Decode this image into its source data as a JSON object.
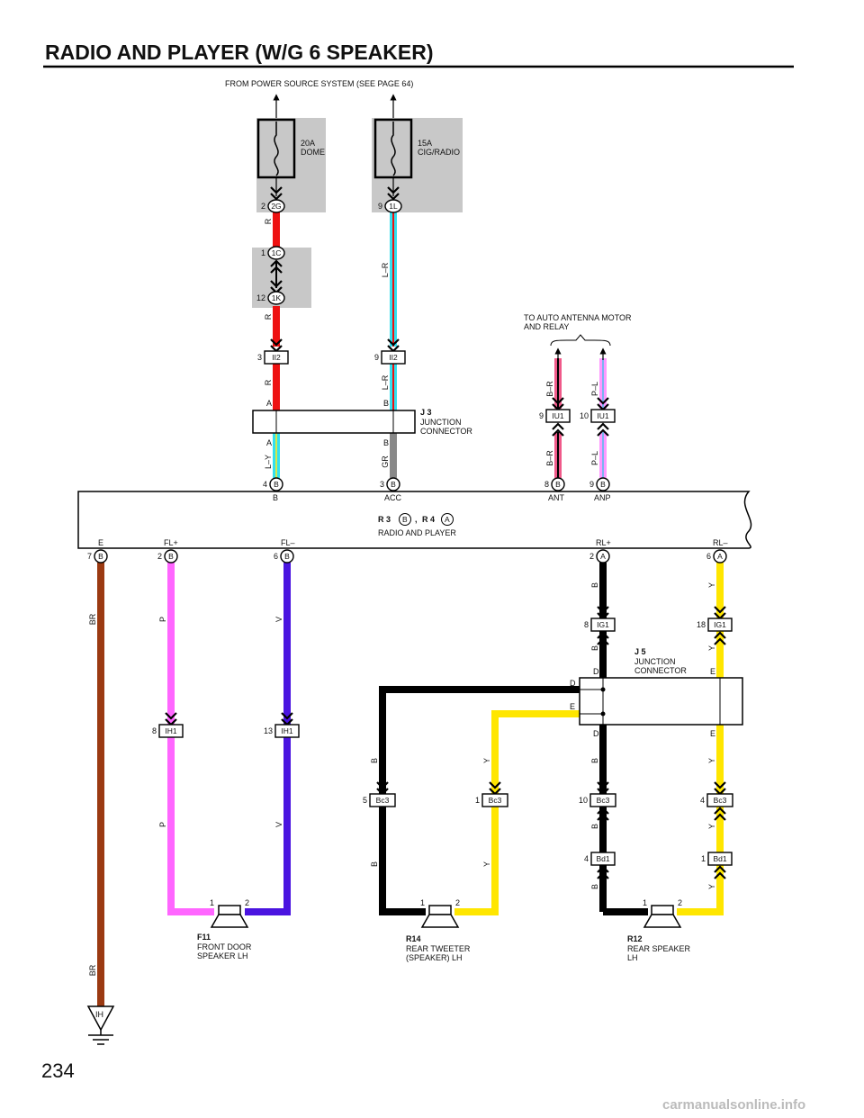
{
  "page": {
    "title": "RADIO AND PLAYER (W/G 6 SPEAKER)",
    "number": "234",
    "watermark": "carmanualsonline.info"
  },
  "top_note": "FROM POWER SOURCE SYSTEM (SEE PAGE 64)",
  "fuses": [
    {
      "rating": "20A",
      "name": "DOME"
    },
    {
      "rating": "15A",
      "name": "CIG/RADIO"
    }
  ],
  "antenna_note": [
    "TO AUTO ANTENNA MOTOR",
    "AND RELAY"
  ],
  "connectors": {
    "dome_fuse_out": {
      "pin": "2",
      "id": "2G"
    },
    "cig_fuse_out": {
      "pin": "9",
      "id": "1L"
    },
    "dome_mid_top": {
      "pin": "1",
      "id": "1C"
    },
    "dome_mid_bot": {
      "pin": "12",
      "id": "1K"
    },
    "ii2_left": {
      "pin": "3",
      "id": "II2"
    },
    "ii2_right": {
      "pin": "9",
      "id": "II2"
    },
    "iu1_left": {
      "pin": "9",
      "id": "IU1"
    },
    "iu1_right": {
      "pin": "10",
      "id": "IU1"
    },
    "radio_b4": {
      "pin": "4",
      "id": "B"
    },
    "radio_b3": {
      "pin": "3",
      "id": "B"
    },
    "radio_b8": {
      "pin": "8",
      "id": "B"
    },
    "radio_b9": {
      "pin": "9",
      "id": "B"
    },
    "radio_b7": {
      "pin": "7",
      "id": "B"
    },
    "radio_b2": {
      "pin": "2",
      "id": "B"
    },
    "radio_b6": {
      "pin": "6",
      "id": "B"
    },
    "radio_a2": {
      "pin": "2",
      "id": "A"
    },
    "radio_a6": {
      "pin": "6",
      "id": "A"
    },
    "ig1_left": {
      "pin": "8",
      "id": "IG1"
    },
    "ig1_right": {
      "pin": "18",
      "id": "IG1"
    },
    "ih1_left": {
      "pin": "8",
      "id": "IH1"
    },
    "ih1_right": {
      "pin": "13",
      "id": "IH1"
    },
    "bc3_1": {
      "pin": "5",
      "id": "Bc3"
    },
    "bc3_2": {
      "pin": "1",
      "id": "Bc3"
    },
    "bc3_3": {
      "pin": "10",
      "id": "Bc3"
    },
    "bc3_4": {
      "pin": "4",
      "id": "Bc3"
    },
    "bd1_left": {
      "pin": "4",
      "id": "Bd1"
    },
    "bd1_right": {
      "pin": "1",
      "id": "Bd1"
    }
  },
  "wire_colors": {
    "dome_1": "R",
    "dome_2": "R",
    "dome_3": "R",
    "cig_1": "L–R",
    "cig_2": "L–R",
    "ant_1": "B–R",
    "ant_2": "B–R",
    "anp_1": "P–L",
    "anp_2": "P–L",
    "j3_left_out": "L–Y",
    "j3_right_out": "GR",
    "ground": "BR",
    "ground_2": "BR",
    "fl_plus_1": "P",
    "fl_plus_2": "P",
    "fl_minus_1": "V",
    "fl_minus_2": "V",
    "rl_plus_1": "B",
    "rl_plus_2": "B",
    "rl_plus_3": "B",
    "rl_plus_4": "B",
    "rl_plus_5": "B",
    "rl_minus_1": "Y",
    "rl_minus_2": "Y",
    "rl_minus_3": "Y",
    "rl_minus_4": "Y",
    "rl_minus_5": "Y",
    "tw_b_1": "B",
    "tw_b_2": "B",
    "tw_y_1": "Y",
    "tw_y_2": "Y"
  },
  "junction_j3": {
    "code": "J 3",
    "name": [
      "JUNCTION",
      "CONNECTOR"
    ],
    "pin_left": "A",
    "pin_right": "B"
  },
  "junction_j5": {
    "code": "J 5",
    "name": [
      "JUNCTION",
      "CONNECTOR"
    ],
    "pin_d": "D",
    "pin_e": "E"
  },
  "radio": {
    "code_r3": "R 3",
    "code_b": "B",
    "comma": ",",
    "code_r4": "R 4",
    "code_a": "A",
    "name": "RADIO AND PLAYER",
    "terminals": {
      "b": "B",
      "acc": "ACC",
      "ant": "ANT",
      "anp": "ANP",
      "e": "E",
      "fl_plus": "FL+",
      "fl_minus": "FL–",
      "rl_plus": "RL+",
      "rl_minus": "RL–"
    }
  },
  "speakers": [
    {
      "code": "F11",
      "name": [
        "FRONT DOOR",
        "SPEAKER LH"
      ],
      "pin1": "1",
      "pin2": "2"
    },
    {
      "code": "R14",
      "name": [
        "REAR TWEETER",
        "(SPEAKER) LH"
      ],
      "pin1": "1",
      "pin2": "2"
    },
    {
      "code": "R12",
      "name": [
        "REAR SPEAKER",
        "LH"
      ],
      "pin1": "1",
      "pin2": "2"
    }
  ],
  "ground_label": "IH",
  "colors": {
    "red": "#ee1111",
    "cyan": "#33e0ee",
    "rose": "#f05a8a",
    "brown": "#9b3a12",
    "pink": "#ff66ff",
    "violet": "#4a14e0",
    "black": "#000000",
    "yellow": "#ffe600",
    "lightblue": "#79b6f0",
    "gray": "#888888",
    "yellowgreen": "#d6e84a",
    "fuse_box": "#c8c8c8"
  }
}
